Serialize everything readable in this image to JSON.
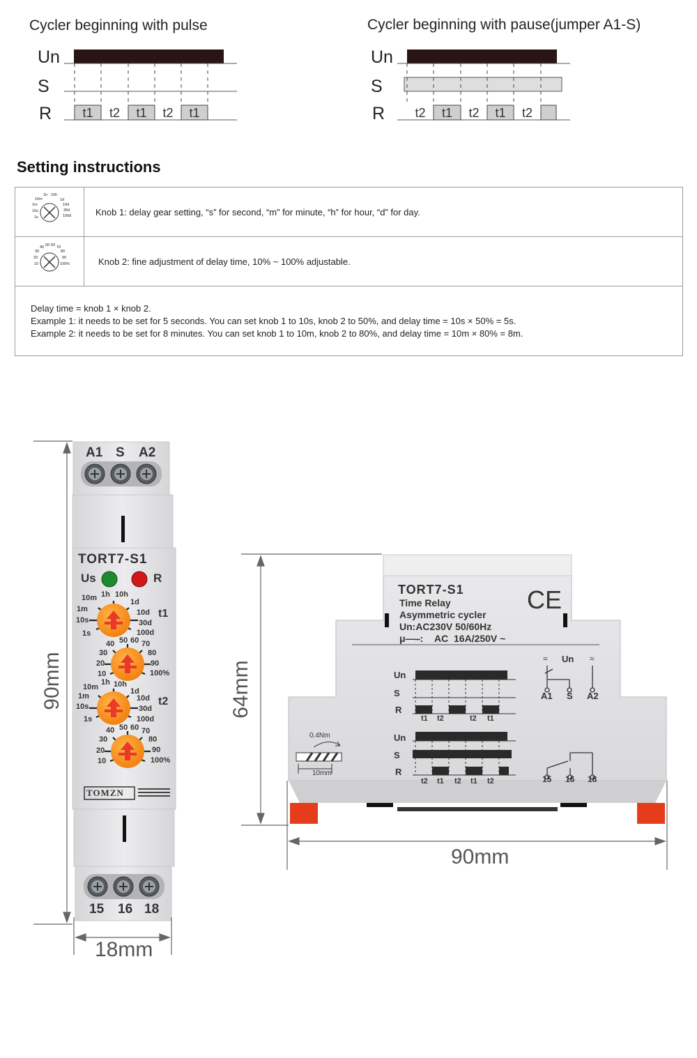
{
  "timing": {
    "pulse": {
      "title": "Cycler beginning with pulse",
      "signals": [
        "Un",
        "S",
        "R"
      ],
      "segments": [
        "t1",
        "t2",
        "t1",
        "t2",
        "t1"
      ]
    },
    "pause": {
      "title": "Cycler beginning with pause(jumper A1-S)",
      "signals": [
        "Un",
        "S",
        "R"
      ],
      "segments": [
        "t2",
        "t1",
        "t2",
        "t1",
        "t2"
      ]
    }
  },
  "setting": {
    "heading": "Setting instructions",
    "knob1": "Knob 1: delay gear setting, “s” for second, “m” for minute, “h” for hour, “d” for day.",
    "knob2": "Knob 2: fine adjustment of delay time, 10% ~ 100% adjustable.",
    "lines": [
      "Delay time = knob 1 × knob 2.",
      "Example 1: it needs to be set for 5 seconds. You can set knob 1 to 10s, knob 2 to 50%, and delay time = 10s × 50% = 5s.",
      "Example 2: it needs to be set for 8 minutes. You can set knob 1 to 10m, knob 2 to 80%, and delay time = 10m × 80% = 8m."
    ],
    "knob1_labels": [
      "10m",
      "1h",
      "10h",
      "1d",
      "1m",
      "10d",
      "10s",
      "30d",
      "1s",
      "100d"
    ],
    "knob2_labels": [
      "40",
      "50",
      "60",
      "70",
      "30",
      "80",
      "20",
      "90",
      "10",
      "100%"
    ]
  },
  "front": {
    "terminals_top": [
      "A1",
      "S",
      "A2"
    ],
    "model": "TORT7-S1",
    "led_us": "Us",
    "led_r": "R",
    "t1": "t1",
    "t2": "t2",
    "brand": "TOMZN",
    "terminals_bottom": [
      "15",
      "16",
      "18"
    ]
  },
  "side": {
    "model": "TORT7-S1",
    "type": "Time Relay",
    "mode": "Asymmetric cycler",
    "voltage": "Un:AC230V 50/60Hz",
    "contact_sym": "μ—⎯:",
    "contact": "AC  16A/250V ~",
    "ce": "CE",
    "diag1": {
      "labels": [
        "Un",
        "S",
        "R"
      ],
      "times": [
        "t1",
        "t2",
        "t2",
        "t1"
      ]
    },
    "diag2": {
      "labels": [
        "Un",
        "S",
        "R"
      ],
      "times": [
        "t2",
        "t1",
        "t2",
        "t1",
        "t2"
      ]
    },
    "torque": "0.4Nm",
    "strip": "10mm",
    "wiring": {
      "top": [
        "A1",
        "S",
        "A2"
      ],
      "un": "Un",
      "bottom": [
        "15",
        "16",
        "18"
      ],
      "approx": "≈"
    }
  },
  "dimensions": {
    "height": "90mm",
    "width": "18mm",
    "side_height": "64mm",
    "side_width": "90mm"
  },
  "colors": {
    "knob": "#f7931e",
    "knob_arrow": "#e8392a",
    "led_green": "#1e8a2e",
    "led_red": "#d01818",
    "housing": "#e6e6e8"
  }
}
